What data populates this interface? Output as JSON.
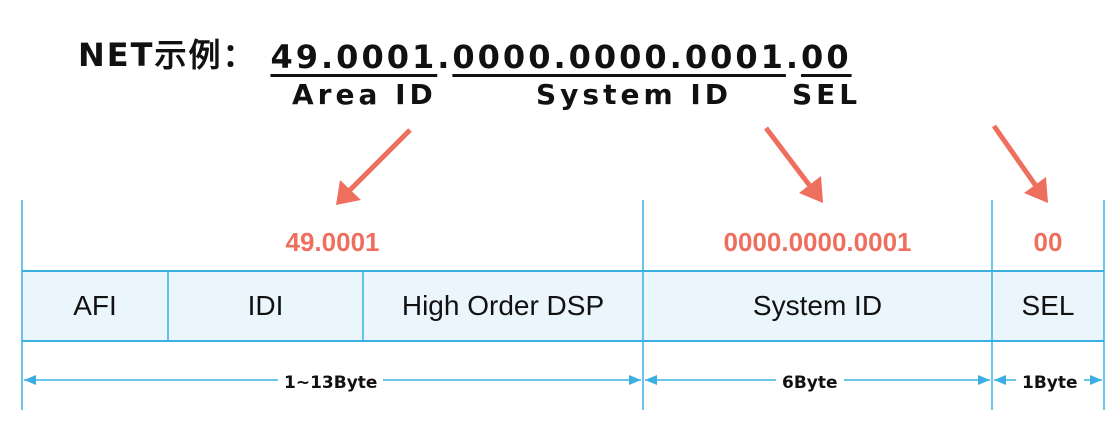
{
  "net_example": {
    "prefix": "NET示例：",
    "area_part": "49.0001",
    "system_part": "0000.0000.0001",
    "sel_part": "00",
    "separator": "."
  },
  "part_labels": {
    "area": "Area ID",
    "system": "System ID",
    "sel": "SEL"
  },
  "values": {
    "area": "49.0001",
    "system": "0000.0000.0001",
    "sel": "00"
  },
  "fields": {
    "afi": "AFI",
    "idi": "IDI",
    "dsp": "High Order DSP",
    "system_id": "System ID",
    "sel": "SEL"
  },
  "byte_sizes": {
    "area": "1~13Byte",
    "system": "6Byte",
    "sel": "1Byte"
  },
  "colors": {
    "value_text": "#ef6f5f",
    "arrow": "#ef6f5f",
    "lines": "#3ab0e2",
    "field_fill": "#eaf6fc"
  }
}
